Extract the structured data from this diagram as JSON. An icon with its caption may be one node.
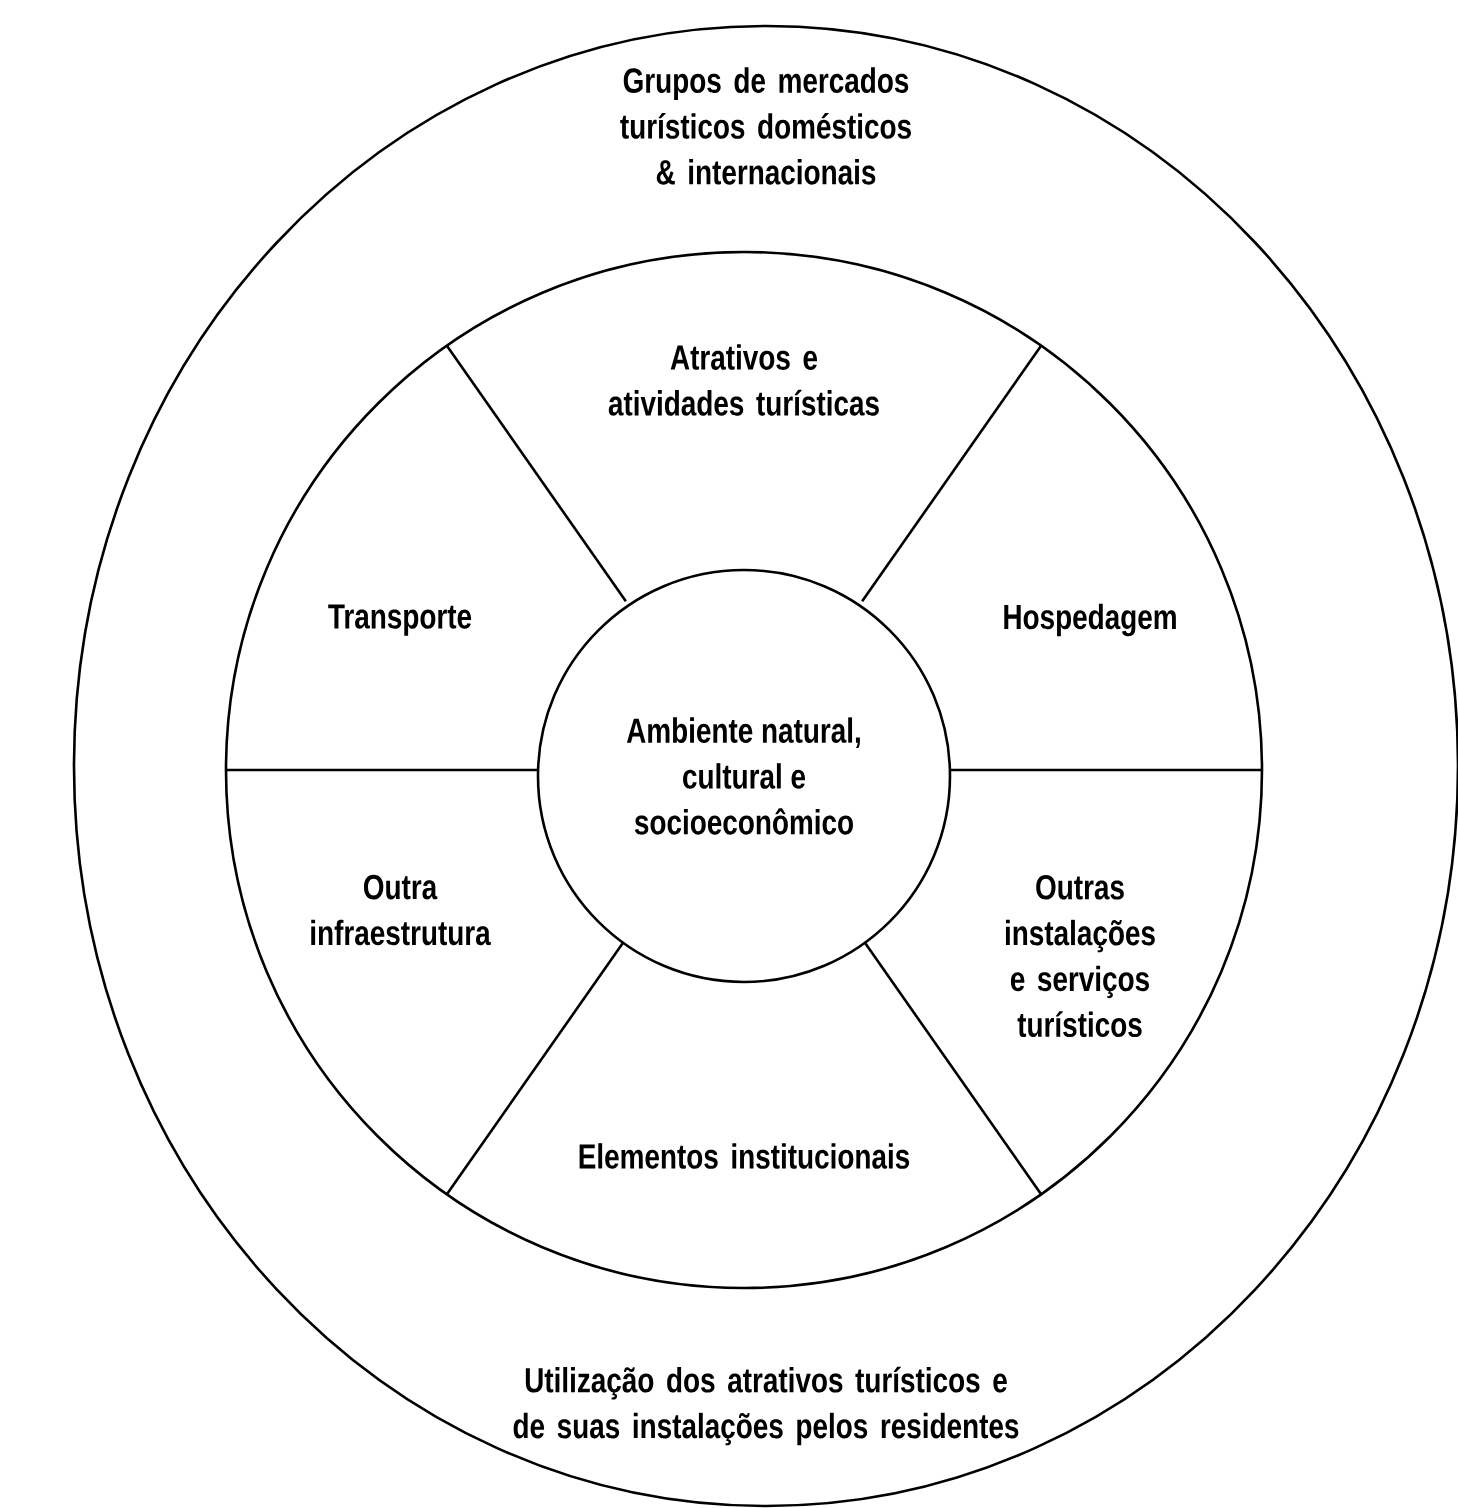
{
  "diagram": {
    "nodes": [
      {
        "text": [
          "Grupos de mercados turísticos domésticos & internacionais",
          "Utilização dos atrativos turísticos e de suas instalações pelos residentes"
        ]
      },
      {
        "text": [
          "Atrativos e atividades turísticas"
        ],
        "in": 0
      },
      {
        "text": [
          "Transporte"
        ],
        "in": 0
      },
      {
        "text": [
          "Hospedagem"
        ],
        "in": 0
      },
      {
        "text": [
          "Ambiente natural, cultural e socioeconômico"
        ],
        "in": 0
      },
      {
        "text": [
          "Outra infraestrutura"
        ],
        "in": 0
      },
      {
        "text": [
          "Outras instalações e serviços turísticos"
        ],
        "in": 0
      },
      {
        "text": [
          "Elementos institucionais"
        ],
        "in": 0
      }
    ]
  }
}
